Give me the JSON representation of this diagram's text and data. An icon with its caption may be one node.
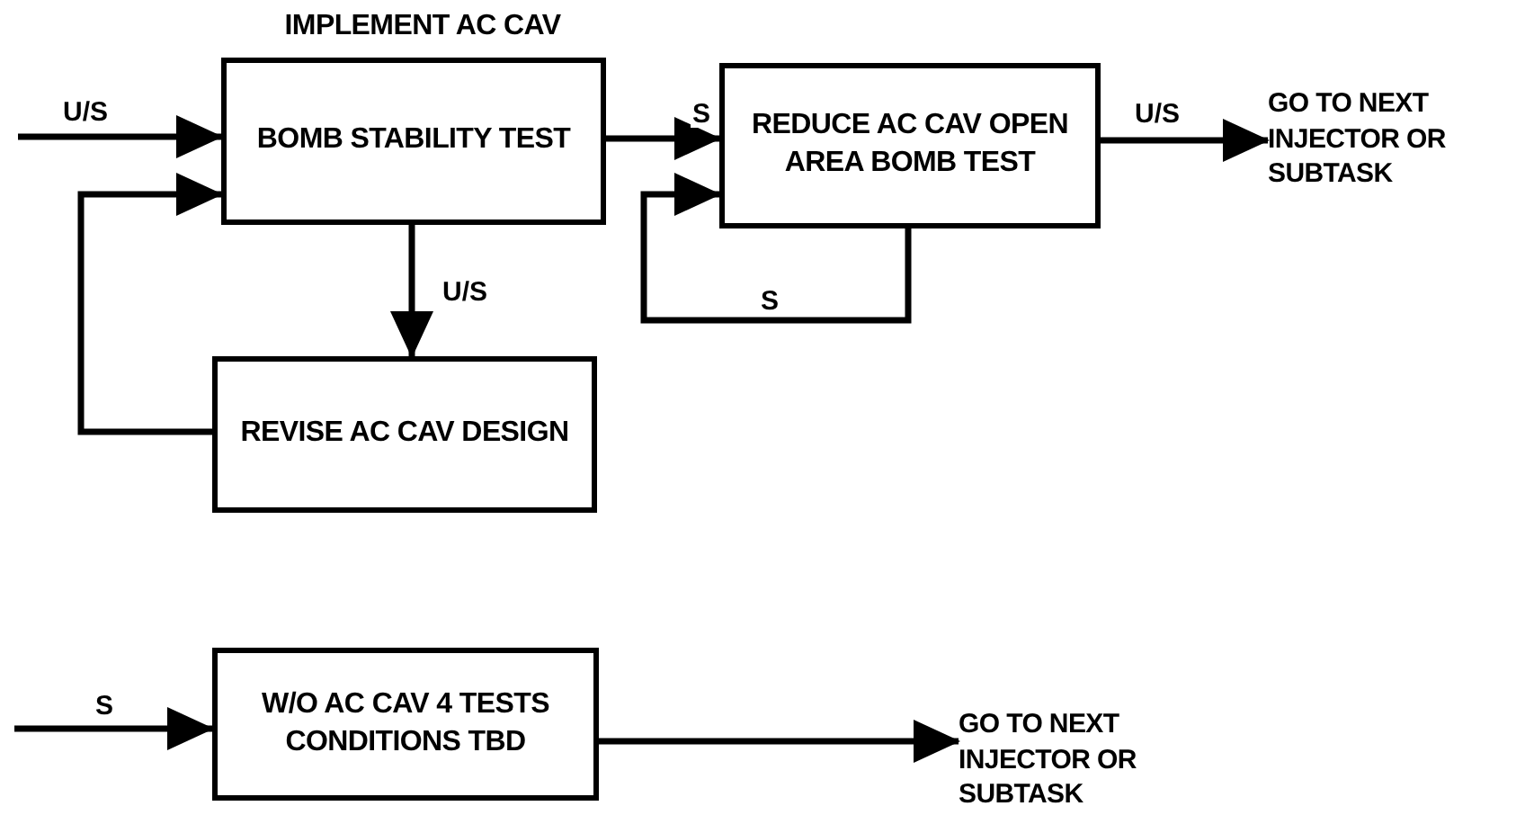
{
  "diagram": {
    "nodes": [
      {
        "text": [
          "IMPLEMENT AC CAV",
          "BOMB STABILITY TEST"
        ]
      },
      {
        "text": [
          "REDUCE AC CAV OPEN AREA BOMB TEST"
        ]
      },
      {
        "text": [
          "GO TO NEXT INJECTOR OR SUBTASK"
        ]
      },
      {
        "text": [
          "REVISE AC CAV DESIGN"
        ]
      },
      {
        "text": [
          "W/O AC CAV 4 TESTS CONDITIONS TBD"
        ]
      },
      {
        "text": [
          "GO TO NEXT INJECTOR OR SUBTASK"
        ]
      }
    ],
    "edges": [
      {
        "from": null,
        "to": 0,
        "arrow": "to",
        "label": "U/S"
      },
      {
        "from": 0,
        "to": 1,
        "arrow": "to",
        "label": "S"
      },
      {
        "from": 1,
        "to": 2,
        "arrow": "to",
        "label": "U/S"
      },
      {
        "from": 0,
        "to": 3,
        "arrow": "to",
        "label": "U/S"
      },
      {
        "from": 3,
        "to": 0,
        "arrow": "to"
      },
      {
        "from": 1,
        "to": 1,
        "arrow": "to",
        "label": "S"
      },
      {
        "from": null,
        "to": 4,
        "arrow": "to",
        "label": "S"
      },
      {
        "from": 4,
        "to": 5,
        "arrow": "to"
      }
    ]
  }
}
